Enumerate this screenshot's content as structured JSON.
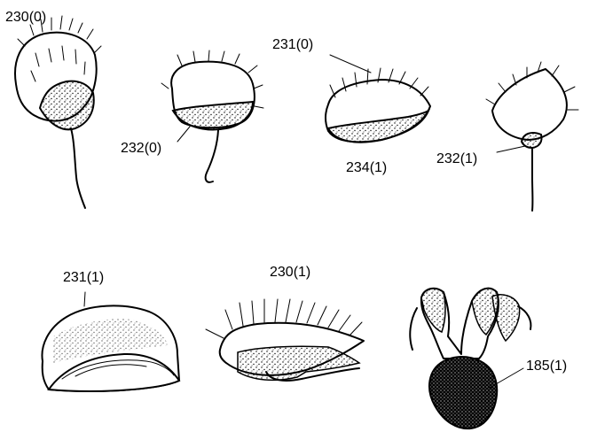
{
  "figure": {
    "colors": {
      "ink": "#000000",
      "paper": "#ffffff"
    },
    "labels": [
      {
        "id": "l230_0",
        "text": "230(0)"
      },
      {
        "id": "l231_0",
        "text": "231(0)"
      },
      {
        "id": "l232_0",
        "text": "232(0)"
      },
      {
        "id": "l234_1",
        "text": "234(1)"
      },
      {
        "id": "l232_1",
        "text": "232(1)"
      },
      {
        "id": "l231_1",
        "text": "231(1)"
      },
      {
        "id": "l230_1",
        "text": "230(1)"
      },
      {
        "id": "l185_1",
        "text": "185(1)"
      }
    ]
  }
}
